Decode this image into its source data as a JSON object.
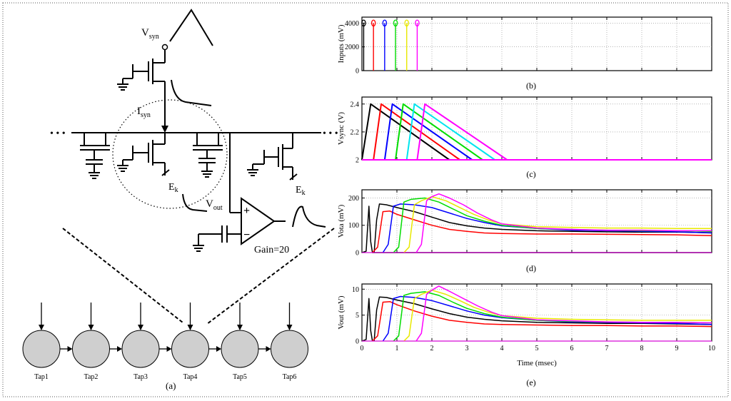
{
  "circuit": {
    "labels": {
      "vsyn_main": "V",
      "vsyn_sub": "syn",
      "isyn_main": "I",
      "isyn_sub": "syn",
      "ek1_main": "E",
      "ek1_sub": "k",
      "ek2_main": "E",
      "ek2_sub": "k",
      "vout_main": "V",
      "vout_sub": "out",
      "gain": "Gain=20",
      "plus": "+",
      "minus": "−",
      "ellipsis_left": "• • •",
      "ellipsis_right": "• • •"
    },
    "taps": [
      "Tap1",
      "Tap2",
      "Tap3",
      "Tap4",
      "Tap5",
      "Tap6"
    ],
    "caption": "(a)"
  },
  "colors": {
    "black": "#000000",
    "red": "#ff0000",
    "blue": "#0000ff",
    "green": "#00dd00",
    "cyan": "#00e5ee",
    "yellow": "#e8e800",
    "magenta": "#ff00ff"
  },
  "chart_data": [
    {
      "id": "b",
      "type": "line",
      "caption": "(b)",
      "ylabel": "Inputs (mV)",
      "xlim": [
        0,
        10
      ],
      "ylim": [
        0,
        4500
      ],
      "yticks": [
        0,
        2000,
        4000
      ],
      "show_xticklabels": false,
      "series": [
        {
          "color": "#000000",
          "spike_at": 0.05,
          "value": 4000
        },
        {
          "color": "#ff0000",
          "spike_at": 0.33,
          "value": 4000
        },
        {
          "color": "#0000ff",
          "spike_at": 0.65,
          "value": 4000
        },
        {
          "color": "#00dd00",
          "spike_at": 0.96,
          "value": 4000
        },
        {
          "color": "#e8e800",
          "spike_at": 1.28,
          "value": 4000
        },
        {
          "color": "#ff00ff",
          "spike_at": 1.58,
          "value": 4000
        }
      ]
    },
    {
      "id": "c",
      "type": "line",
      "caption": "(c)",
      "ylabel": "Vsync (V)",
      "xlim": [
        0,
        10
      ],
      "ylim": [
        2,
        2.45
      ],
      "yticks": [
        2,
        2.2,
        2.4
      ],
      "show_xticklabels": false,
      "series": [
        {
          "color": "#000000",
          "x": [
            0.0,
            0.25,
            2.5,
            10
          ],
          "y": [
            2.0,
            2.4,
            2.0,
            2.0
          ]
        },
        {
          "color": "#ff0000",
          "x": [
            0.33,
            0.55,
            2.8,
            10
          ],
          "y": [
            2.0,
            2.4,
            2.0,
            2.0
          ]
        },
        {
          "color": "#0000ff",
          "x": [
            0.65,
            0.87,
            3.15,
            10
          ],
          "y": [
            2.0,
            2.4,
            2.0,
            2.0
          ]
        },
        {
          "color": "#00dd00",
          "x": [
            0.96,
            1.18,
            3.45,
            10
          ],
          "y": [
            2.0,
            2.4,
            2.0,
            2.0
          ]
        },
        {
          "color": "#00e5ee",
          "x": [
            1.28,
            1.5,
            3.8,
            10
          ],
          "y": [
            2.0,
            2.4,
            2.0,
            2.0
          ]
        },
        {
          "color": "#ff00ff",
          "x": [
            1.58,
            1.8,
            4.15,
            10
          ],
          "y": [
            2.0,
            2.4,
            2.0,
            2.0
          ]
        }
      ]
    },
    {
      "id": "d",
      "type": "line",
      "caption": "(d)",
      "ylabel": "Vota (mV)",
      "xlim": [
        0,
        10
      ],
      "ylim": [
        0,
        230
      ],
      "yticks": [
        0,
        100,
        200
      ],
      "show_xticklabels": false,
      "series": [
        {
          "color": "#000000",
          "x": [
            0,
            0.12,
            0.2,
            0.25,
            0.3,
            0.5,
            1.0,
            1.5,
            2.0,
            2.5,
            3.0,
            4.0,
            5.0,
            6.0,
            7.0,
            8.0,
            9.0,
            10.0
          ],
          "y": [
            0,
            5,
            170,
            40,
            0,
            0,
            0,
            0,
            0,
            0,
            0,
            0,
            0,
            0,
            0,
            0,
            0,
            0
          ],
          "y2_note": "spike"
        },
        {
          "color": "#000000",
          "x": [
            0.35,
            0.42,
            0.5,
            0.7,
            1.0,
            1.5,
            2.0,
            2.5,
            3.0,
            3.5,
            4.0,
            5.0,
            6.0,
            7.0,
            8.0,
            9.0,
            10.0
          ],
          "y": [
            0,
            120,
            178,
            175,
            165,
            150,
            130,
            110,
            98,
            90,
            85,
            80,
            78,
            76,
            75,
            75,
            73
          ]
        },
        {
          "color": "#ff0000",
          "x": [
            0.3,
            0.45,
            0.6,
            0.8,
            1.0,
            1.5,
            2.0,
            2.5,
            3.0,
            3.5,
            4.0,
            5.0,
            6.0,
            7.0,
            8.0,
            9.0,
            10.0
          ],
          "y": [
            0,
            20,
            150,
            152,
            140,
            120,
            100,
            85,
            78,
            72,
            70,
            68,
            68,
            67,
            66,
            65,
            62
          ]
        },
        {
          "color": "#0000ff",
          "x": [
            0.6,
            0.75,
            0.9,
            1.1,
            1.5,
            2.0,
            2.5,
            3.0,
            3.5,
            4.0,
            5.0,
            6.0,
            7.0,
            8.0,
            9.0,
            10.0
          ],
          "y": [
            0,
            30,
            170,
            178,
            175,
            165,
            145,
            125,
            110,
            98,
            88,
            82,
            80,
            78,
            76,
            72
          ]
        },
        {
          "color": "#00dd00",
          "x": [
            0.9,
            1.05,
            1.2,
            1.4,
            1.8,
            2.2,
            2.6,
            3.0,
            3.5,
            4.0,
            5.0,
            6.0,
            7.0,
            8.0,
            9.0,
            10.0
          ],
          "y": [
            0,
            20,
            185,
            195,
            200,
            185,
            160,
            135,
            115,
            100,
            88,
            85,
            82,
            80,
            80,
            78
          ]
        },
        {
          "color": "#e8e800",
          "x": [
            1.2,
            1.35,
            1.5,
            1.7,
            2.0,
            2.4,
            2.8,
            3.2,
            3.6,
            4.0,
            5.0,
            6.0,
            7.0,
            8.0,
            9.0,
            10.0
          ],
          "y": [
            0,
            20,
            175,
            190,
            205,
            190,
            165,
            140,
            120,
            105,
            95,
            92,
            90,
            90,
            88,
            88
          ]
        },
        {
          "color": "#ff00ff",
          "x": [
            1.55,
            1.7,
            1.85,
            2.0,
            2.2,
            2.5,
            2.9,
            3.3,
            3.7,
            4.0,
            5.0,
            6.0,
            7.0,
            8.0,
            9.0,
            10.0
          ],
          "y": [
            0,
            30,
            190,
            205,
            215,
            200,
            175,
            145,
            120,
            105,
            90,
            85,
            82,
            82,
            80,
            80
          ]
        }
      ]
    },
    {
      "id": "e",
      "type": "line",
      "caption": "(e)",
      "ylabel": "Vout (mV)",
      "xlabel": "Time (msec)",
      "xlim": [
        0,
        10
      ],
      "ylim": [
        0,
        11
      ],
      "yticks": [
        0,
        5,
        10
      ],
      "xticks": [
        0,
        1,
        2,
        3,
        4,
        5,
        6,
        7,
        8,
        9,
        10
      ],
      "show_xticklabels": true,
      "series": [
        {
          "color": "#000000",
          "x": [
            0,
            0.12,
            0.2,
            0.25,
            0.3
          ],
          "y": [
            0,
            0.3,
            8.2,
            2,
            0
          ]
        },
        {
          "color": "#000000",
          "x": [
            0.35,
            0.42,
            0.5,
            0.7,
            1.0,
            1.5,
            2.0,
            2.5,
            3.0,
            3.5,
            4.0,
            5.0,
            6.0,
            7.0,
            8.0,
            9.0,
            10.0
          ],
          "y": [
            0,
            6,
            8.5,
            8.4,
            7.9,
            7.2,
            6.2,
            5.3,
            4.6,
            4.2,
            3.9,
            3.6,
            3.5,
            3.4,
            3.4,
            3.3,
            3.2
          ]
        },
        {
          "color": "#ff0000",
          "x": [
            0.3,
            0.45,
            0.6,
            0.8,
            1.0,
            1.5,
            2.0,
            2.5,
            3.0,
            3.5,
            4.0,
            5.0,
            6.0,
            7.0,
            8.0,
            9.0,
            10.0
          ],
          "y": [
            0,
            1,
            7.5,
            7.6,
            7.0,
            5.8,
            4.8,
            4.0,
            3.6,
            3.3,
            3.2,
            3.1,
            3.0,
            3.0,
            2.9,
            2.9,
            2.8
          ]
        },
        {
          "color": "#0000ff",
          "x": [
            0.6,
            0.75,
            0.9,
            1.1,
            1.5,
            2.0,
            2.5,
            3.0,
            3.5,
            4.0,
            5.0,
            6.0,
            7.0,
            8.0,
            9.0,
            10.0
          ],
          "y": [
            0,
            1.5,
            8.2,
            8.6,
            8.4,
            7.8,
            6.8,
            5.8,
            5.0,
            4.5,
            4.0,
            3.7,
            3.6,
            3.5,
            3.4,
            3.2
          ]
        },
        {
          "color": "#00dd00",
          "x": [
            0.9,
            1.05,
            1.2,
            1.4,
            1.8,
            2.2,
            2.6,
            3.0,
            3.5,
            4.0,
            5.0,
            6.0,
            7.0,
            8.0,
            9.0,
            10.0
          ],
          "y": [
            0,
            1,
            8.8,
            9.2,
            9.5,
            8.8,
            7.5,
            6.3,
            5.3,
            4.6,
            4.0,
            3.8,
            3.7,
            3.6,
            3.6,
            3.5
          ]
        },
        {
          "color": "#e8e800",
          "x": [
            1.2,
            1.35,
            1.5,
            1.7,
            2.0,
            2.4,
            2.8,
            3.2,
            3.6,
            4.0,
            5.0,
            6.0,
            7.0,
            8.0,
            9.0,
            10.0
          ],
          "y": [
            0,
            1,
            8.2,
            9.0,
            9.8,
            9.0,
            7.8,
            6.5,
            5.6,
            4.9,
            4.4,
            4.2,
            4.1,
            4.0,
            4.0,
            4.0
          ]
        },
        {
          "color": "#ff00ff",
          "x": [
            1.55,
            1.7,
            1.85,
            2.0,
            2.2,
            2.5,
            2.9,
            3.3,
            3.7,
            4.0,
            5.0,
            6.0,
            7.0,
            8.0,
            9.0,
            10.0
          ],
          "y": [
            0,
            1.5,
            9.0,
            9.8,
            10.6,
            9.6,
            8.2,
            6.8,
            5.6,
            4.9,
            4.1,
            3.9,
            3.7,
            3.6,
            3.6,
            3.5
          ]
        }
      ]
    }
  ]
}
